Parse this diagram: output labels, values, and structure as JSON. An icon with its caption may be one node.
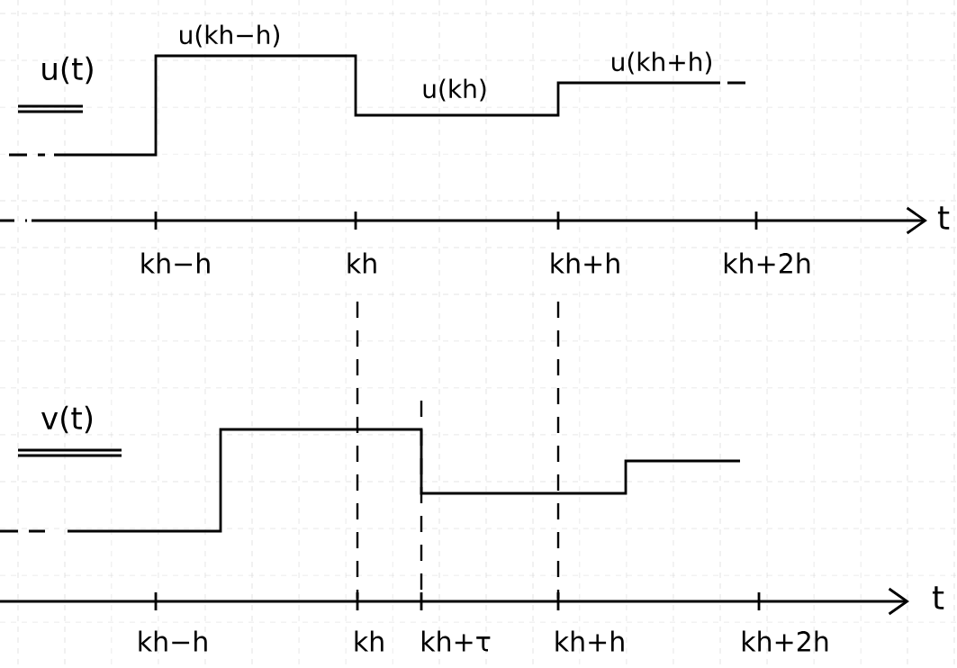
{
  "diagram": {
    "labels": [
      "u(t)",
      "u(kh−h)",
      "u(kh+h)",
      "u(kh)",
      "t",
      "kh−h",
      "kh",
      "kh+h",
      "kh+2h",
      "v(t)",
      "t",
      "kh−h",
      "kh",
      "kh+τ",
      "kh+h",
      "kh+2h"
    ]
  }
}
